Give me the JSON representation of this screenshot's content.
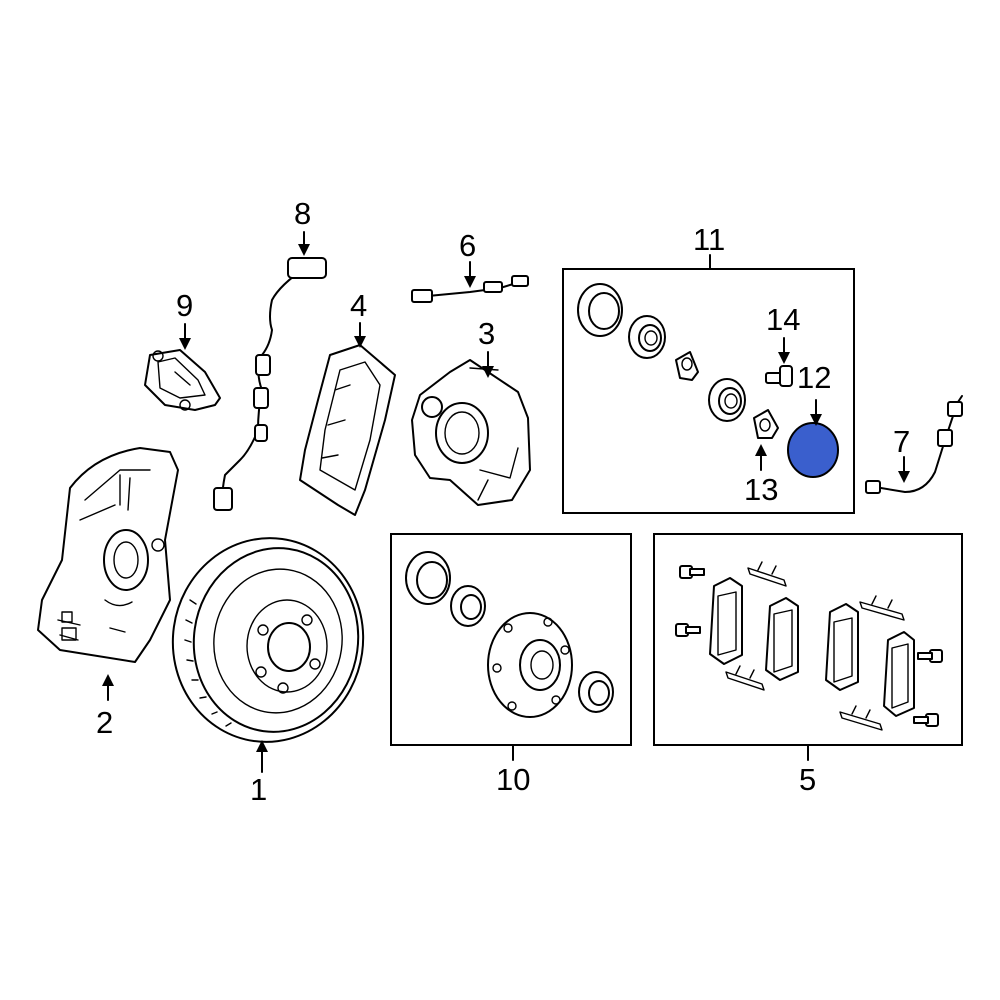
{
  "highlight_color": "#3a5fcd",
  "callouts": {
    "c1": "1",
    "c2": "2",
    "c3": "3",
    "c4": "4",
    "c5": "5",
    "c6": "6",
    "c7": "7",
    "c8": "8",
    "c9": "9",
    "c10": "10",
    "c11": "11",
    "c12": "12",
    "c13": "13",
    "c14": "14"
  }
}
